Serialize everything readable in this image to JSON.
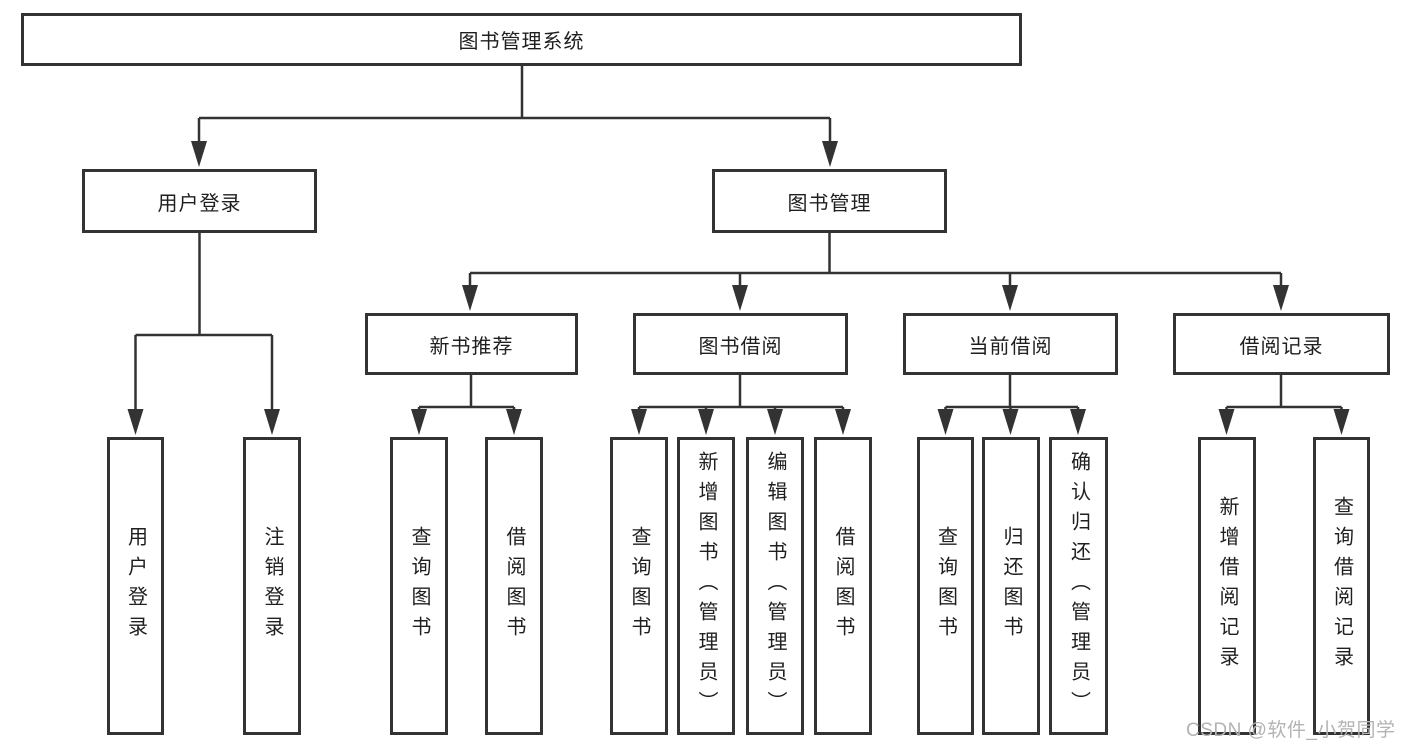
{
  "diagram": {
    "title": "图书管理系统",
    "level2": {
      "user_login": "用户登录",
      "book_mgmt": "图书管理"
    },
    "level3": {
      "new_rec": "新书推荐",
      "borrow": "图书借阅",
      "current": "当前借阅",
      "records": "借阅记录"
    },
    "leaves": {
      "a1": "用户登录",
      "a2": "注销登录",
      "b1": "查询图书",
      "b2": "借阅图书",
      "c1": "查询图书",
      "c2": "新增图书（管理员）",
      "c3": "编辑图书（管理员）",
      "c4": "借阅图书",
      "d1": "查询图书",
      "d2": "归还图书",
      "d3": "确认归还（管理员）",
      "e1": "新增借阅记录",
      "e2": "查询借阅记录"
    },
    "watermark": "CSDN @软件_小贺同学",
    "colors": {
      "line": "#333333",
      "box_border": "#333333",
      "text": "#1f1f1f",
      "watermark": "#b3b3b3",
      "background": "#ffffff"
    }
  }
}
